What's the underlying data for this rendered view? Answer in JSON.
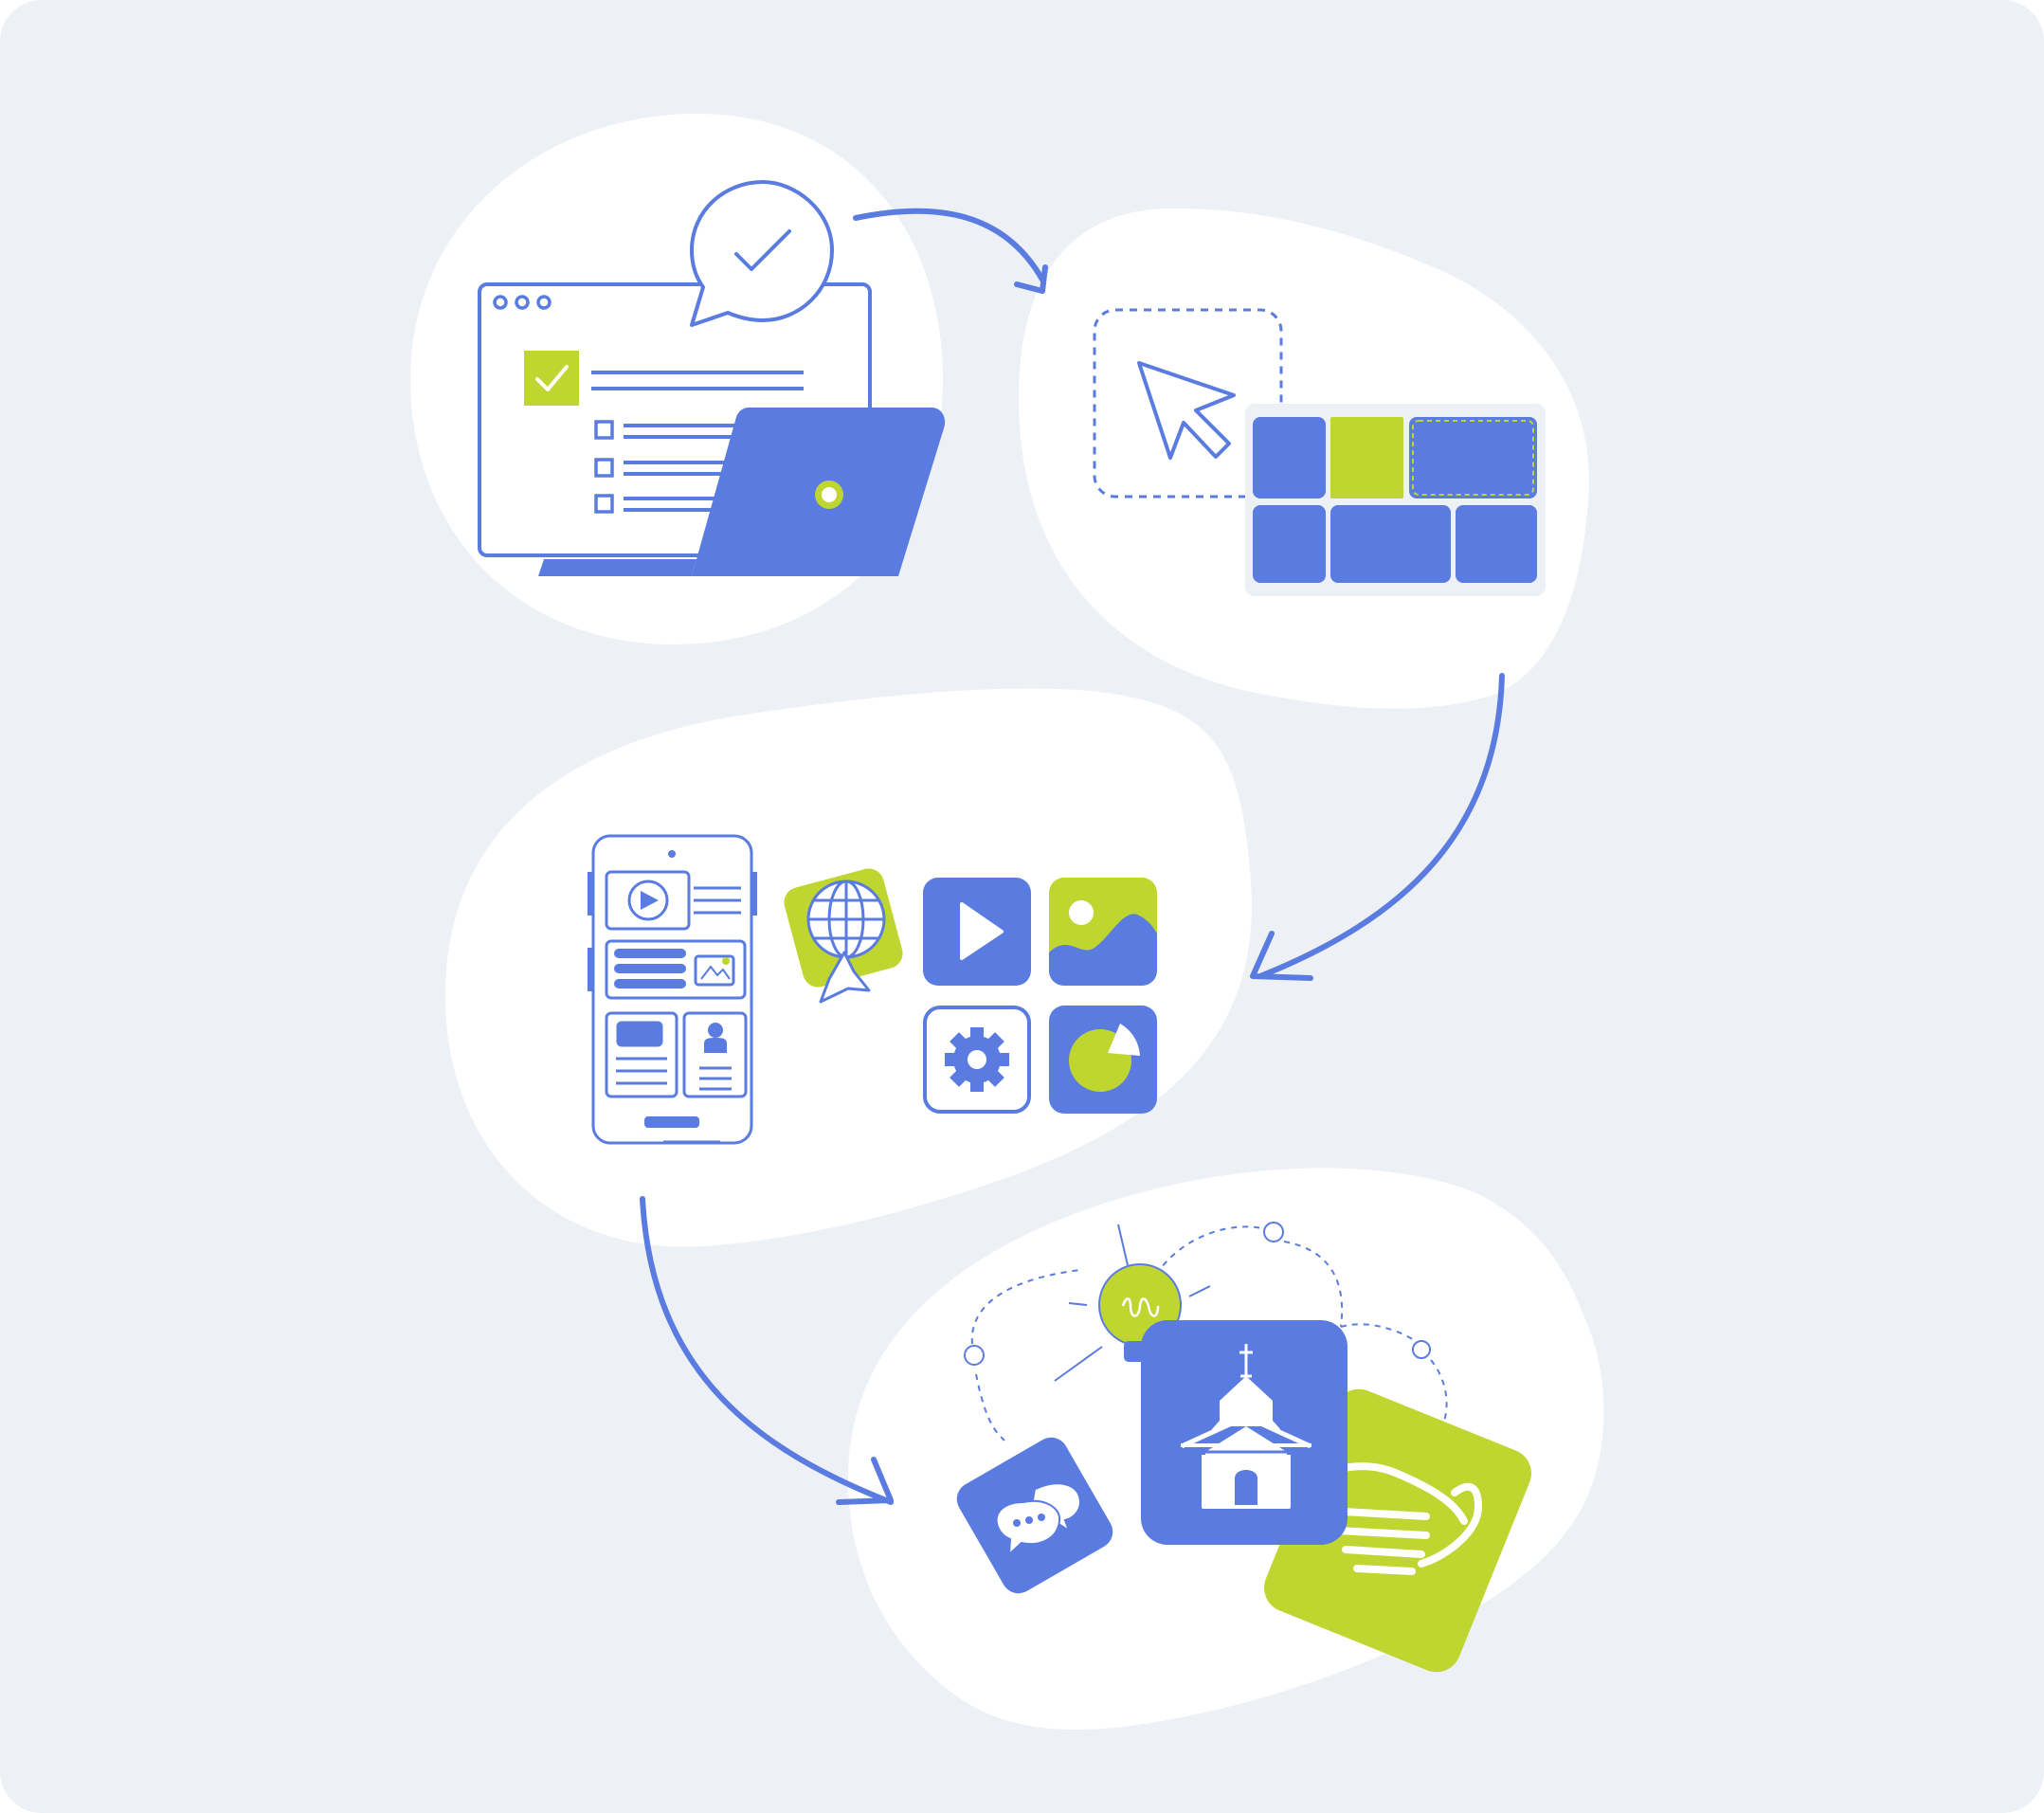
{
  "colors": {
    "page": "#ffffff",
    "panel": "#edf0f5",
    "blob": "#ffffff",
    "primary_blue": "#5a7be0",
    "accent_green": "#bfd630",
    "outline": "#5a7be0"
  },
  "steps": [
    {
      "name": "step-1-plan",
      "icons": [
        "chat-check-icon",
        "browser-window-icon",
        "checklist-icon",
        "laptop-icon"
      ]
    },
    {
      "name": "step-2-build",
      "icons": [
        "cursor-icon",
        "selection-frame-icon",
        "block-grid-icon"
      ]
    },
    {
      "name": "step-3-content",
      "icons": [
        "smartphone-icon",
        "globe-badge-icon",
        "video-icon",
        "image-icon",
        "gear-icon",
        "pie-chart-icon"
      ]
    },
    {
      "name": "step-4-community",
      "icons": [
        "lightbulb-icon",
        "church-icon",
        "chat-bubbles-icon",
        "handshake-icon"
      ]
    }
  ],
  "flow": [
    "step-1-plan",
    "step-2-build",
    "step-3-content",
    "step-4-community"
  ]
}
